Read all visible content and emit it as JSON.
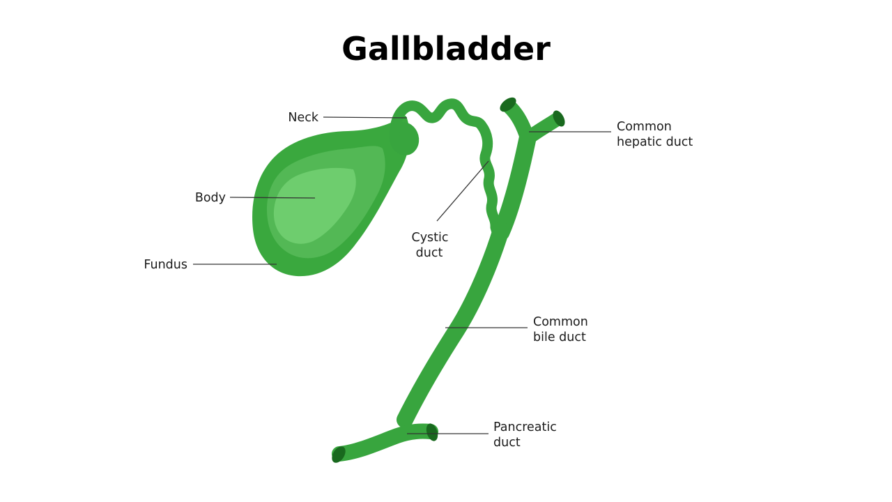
{
  "title": "Gallbladder",
  "diagram": {
    "labels": {
      "neck": {
        "text": "Neck"
      },
      "body": {
        "text": "Body"
      },
      "fundus": {
        "text": "Fundus"
      },
      "cystic_duct": {
        "line1": "Cystic",
        "line2": "duct"
      },
      "common_hepatic_duct": {
        "line1": "Common",
        "line2": "hepatic duct"
      },
      "common_bile_duct": {
        "line1": "Common",
        "line2": "bile duct"
      },
      "pancreatic_duct": {
        "line1": "Pancreatic",
        "line2": "duct"
      }
    },
    "colors": {
      "duct_green": "#38a53e",
      "sac_outer": "#3aa83e",
      "sac_middle": "#53b855",
      "sac_inner": "#6ecd6e",
      "opening_dark": "#19691e",
      "label_text": "#1a1a1a",
      "title_text": "#000000",
      "leader_line": "#333333",
      "background": "#ffffff"
    }
  }
}
